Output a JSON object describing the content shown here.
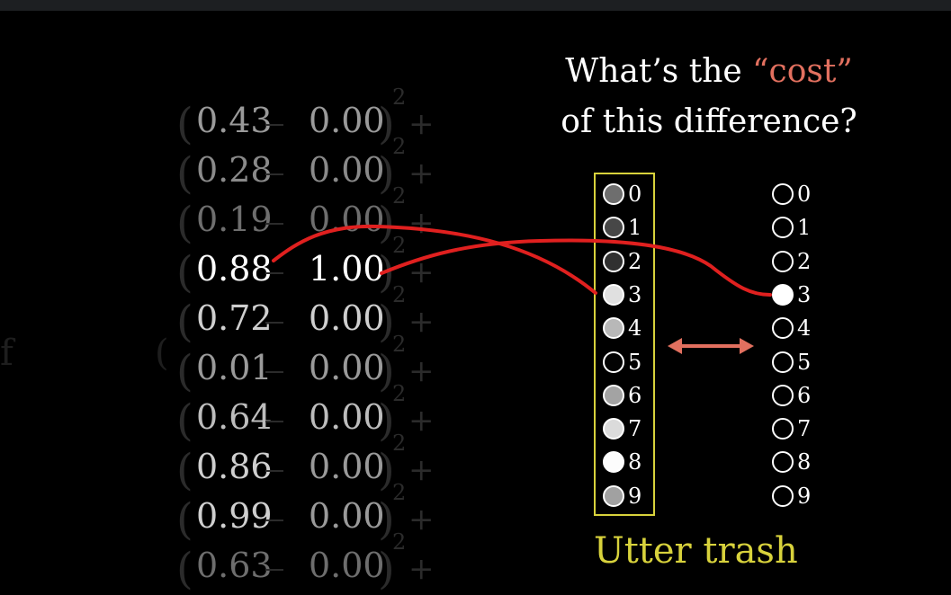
{
  "title": {
    "line1_pre": "What’s the ",
    "line1_cost": "“cost”",
    "line2": "of this difference?"
  },
  "caption": "Utter trash",
  "rows": [
    {
      "a": "0.43",
      "b": "0.00",
      "a_color": "#9a9a9a",
      "b_color": "#9a9a9a"
    },
    {
      "a": "0.28",
      "b": "0.00",
      "a_color": "#8a8a8a",
      "b_color": "#8a8a8a"
    },
    {
      "a": "0.19",
      "b": "0.00",
      "a_color": "#6e6e6e",
      "b_color": "#6e6e6e"
    },
    {
      "a": "0.88",
      "b": "1.00",
      "a_color": "#ffffff",
      "b_color": "#ffffff"
    },
    {
      "a": "0.72",
      "b": "0.00",
      "a_color": "#cfcfcf",
      "b_color": "#cfcfcf"
    },
    {
      "a": "0.01",
      "b": "0.00",
      "a_color": "#9a9a9a",
      "b_color": "#9a9a9a"
    },
    {
      "a": "0.64",
      "b": "0.00",
      "a_color": "#bdbdbd",
      "b_color": "#bdbdbd"
    },
    {
      "a": "0.86",
      "b": "0.00",
      "a_color": "#cfcfcf",
      "b_color": "#9a9a9a"
    },
    {
      "a": "0.99",
      "b": "0.00",
      "a_color": "#cfcfcf",
      "b_color": "#9a9a9a"
    },
    {
      "a": "0.63",
      "b": "0.00",
      "a_color": "#6e6e6e",
      "b_color": "#6e6e6e"
    }
  ],
  "output_neurons": [
    {
      "digit": "0",
      "activation": 0.43
    },
    {
      "digit": "1",
      "activation": 0.28
    },
    {
      "digit": "2",
      "activation": 0.19
    },
    {
      "digit": "3",
      "activation": 0.88
    },
    {
      "digit": "4",
      "activation": 0.72
    },
    {
      "digit": "5",
      "activation": 0.01
    },
    {
      "digit": "6",
      "activation": 0.64
    },
    {
      "digit": "7",
      "activation": 0.86
    },
    {
      "digit": "8",
      "activation": 0.99
    },
    {
      "digit": "9",
      "activation": 0.63
    }
  ],
  "target_neurons": [
    {
      "digit": "0",
      "activation": 0
    },
    {
      "digit": "1",
      "activation": 0
    },
    {
      "digit": "2",
      "activation": 0
    },
    {
      "digit": "3",
      "activation": 1
    },
    {
      "digit": "4",
      "activation": 0
    },
    {
      "digit": "5",
      "activation": 0
    },
    {
      "digit": "6",
      "activation": 0
    },
    {
      "digit": "7",
      "activation": 0
    },
    {
      "digit": "8",
      "activation": 0
    },
    {
      "digit": "9",
      "activation": 0
    }
  ],
  "colors": {
    "cost": "#e2705f",
    "box": "#d8d23c",
    "arrow": "#e2705f",
    "annotation": "#e0201f"
  }
}
